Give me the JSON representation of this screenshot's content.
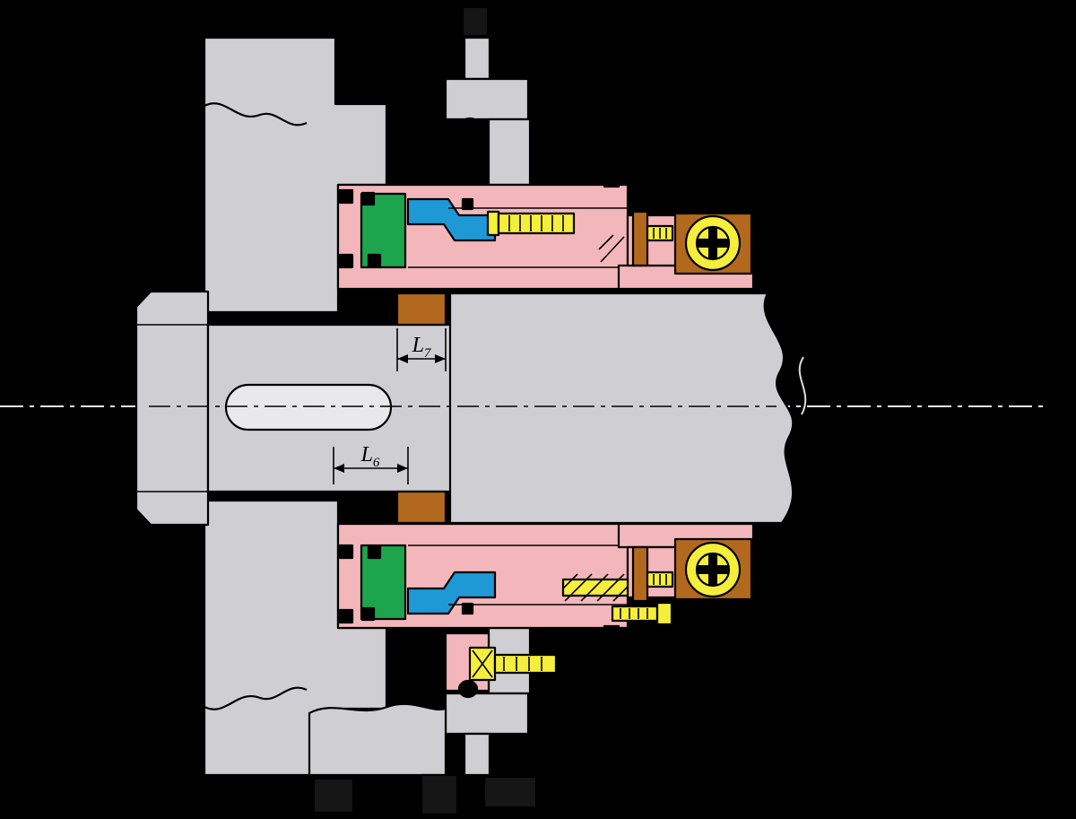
{
  "diagram": {
    "dimension_labels": {
      "l7": {
        "base": "L",
        "sub": "7"
      },
      "l6": {
        "base": "L",
        "sub": "6"
      }
    },
    "colors": {
      "background": "#000000",
      "steel": "#cfcfd3",
      "steel_light": "#e9e9ec",
      "pink": "#f3b7bb",
      "green": "#1ca54d",
      "blue": "#1f98d6",
      "yellow": "#f5ee3b",
      "brown": "#b2691e",
      "outline": "#000000",
      "centerline": "#e8e8e8",
      "shadow": "#161616"
    }
  }
}
